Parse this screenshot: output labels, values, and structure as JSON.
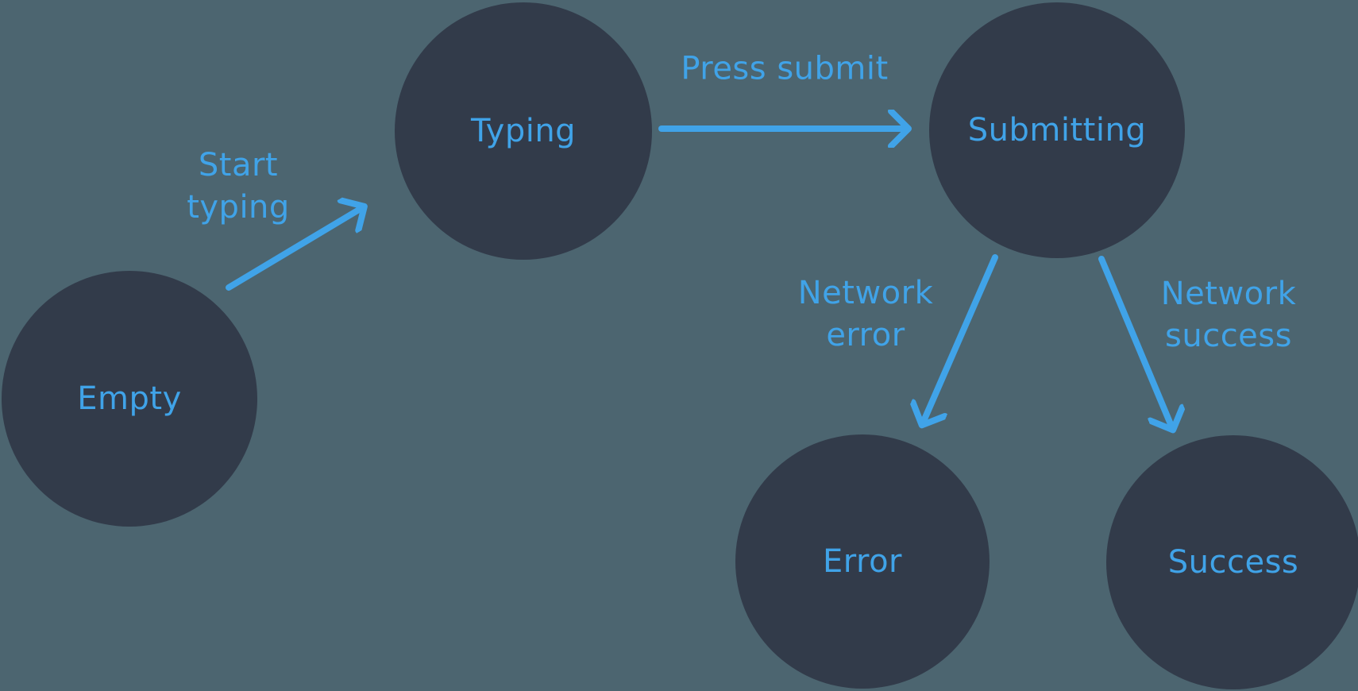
{
  "colors": {
    "background": "#4c6570",
    "node_fill": "#323b4a",
    "accent_blue": "#40a3e8"
  },
  "nodes": [
    {
      "id": "empty",
      "label": "Empty"
    },
    {
      "id": "typing",
      "label": "Typing"
    },
    {
      "id": "submitting",
      "label": "Submitting"
    },
    {
      "id": "error",
      "label": "Error"
    },
    {
      "id": "success",
      "label": "Success"
    }
  ],
  "edges": [
    {
      "id": "start-typing",
      "from": "empty",
      "to": "typing",
      "label_lines": [
        "Start",
        "typing"
      ]
    },
    {
      "id": "press-submit",
      "from": "typing",
      "to": "submitting",
      "label_lines": [
        "Press submit"
      ]
    },
    {
      "id": "network-error",
      "from": "submitting",
      "to": "error",
      "label_lines": [
        "Network",
        "error"
      ]
    },
    {
      "id": "network-success",
      "from": "submitting",
      "to": "success",
      "label_lines": [
        "Network",
        "success"
      ]
    }
  ]
}
